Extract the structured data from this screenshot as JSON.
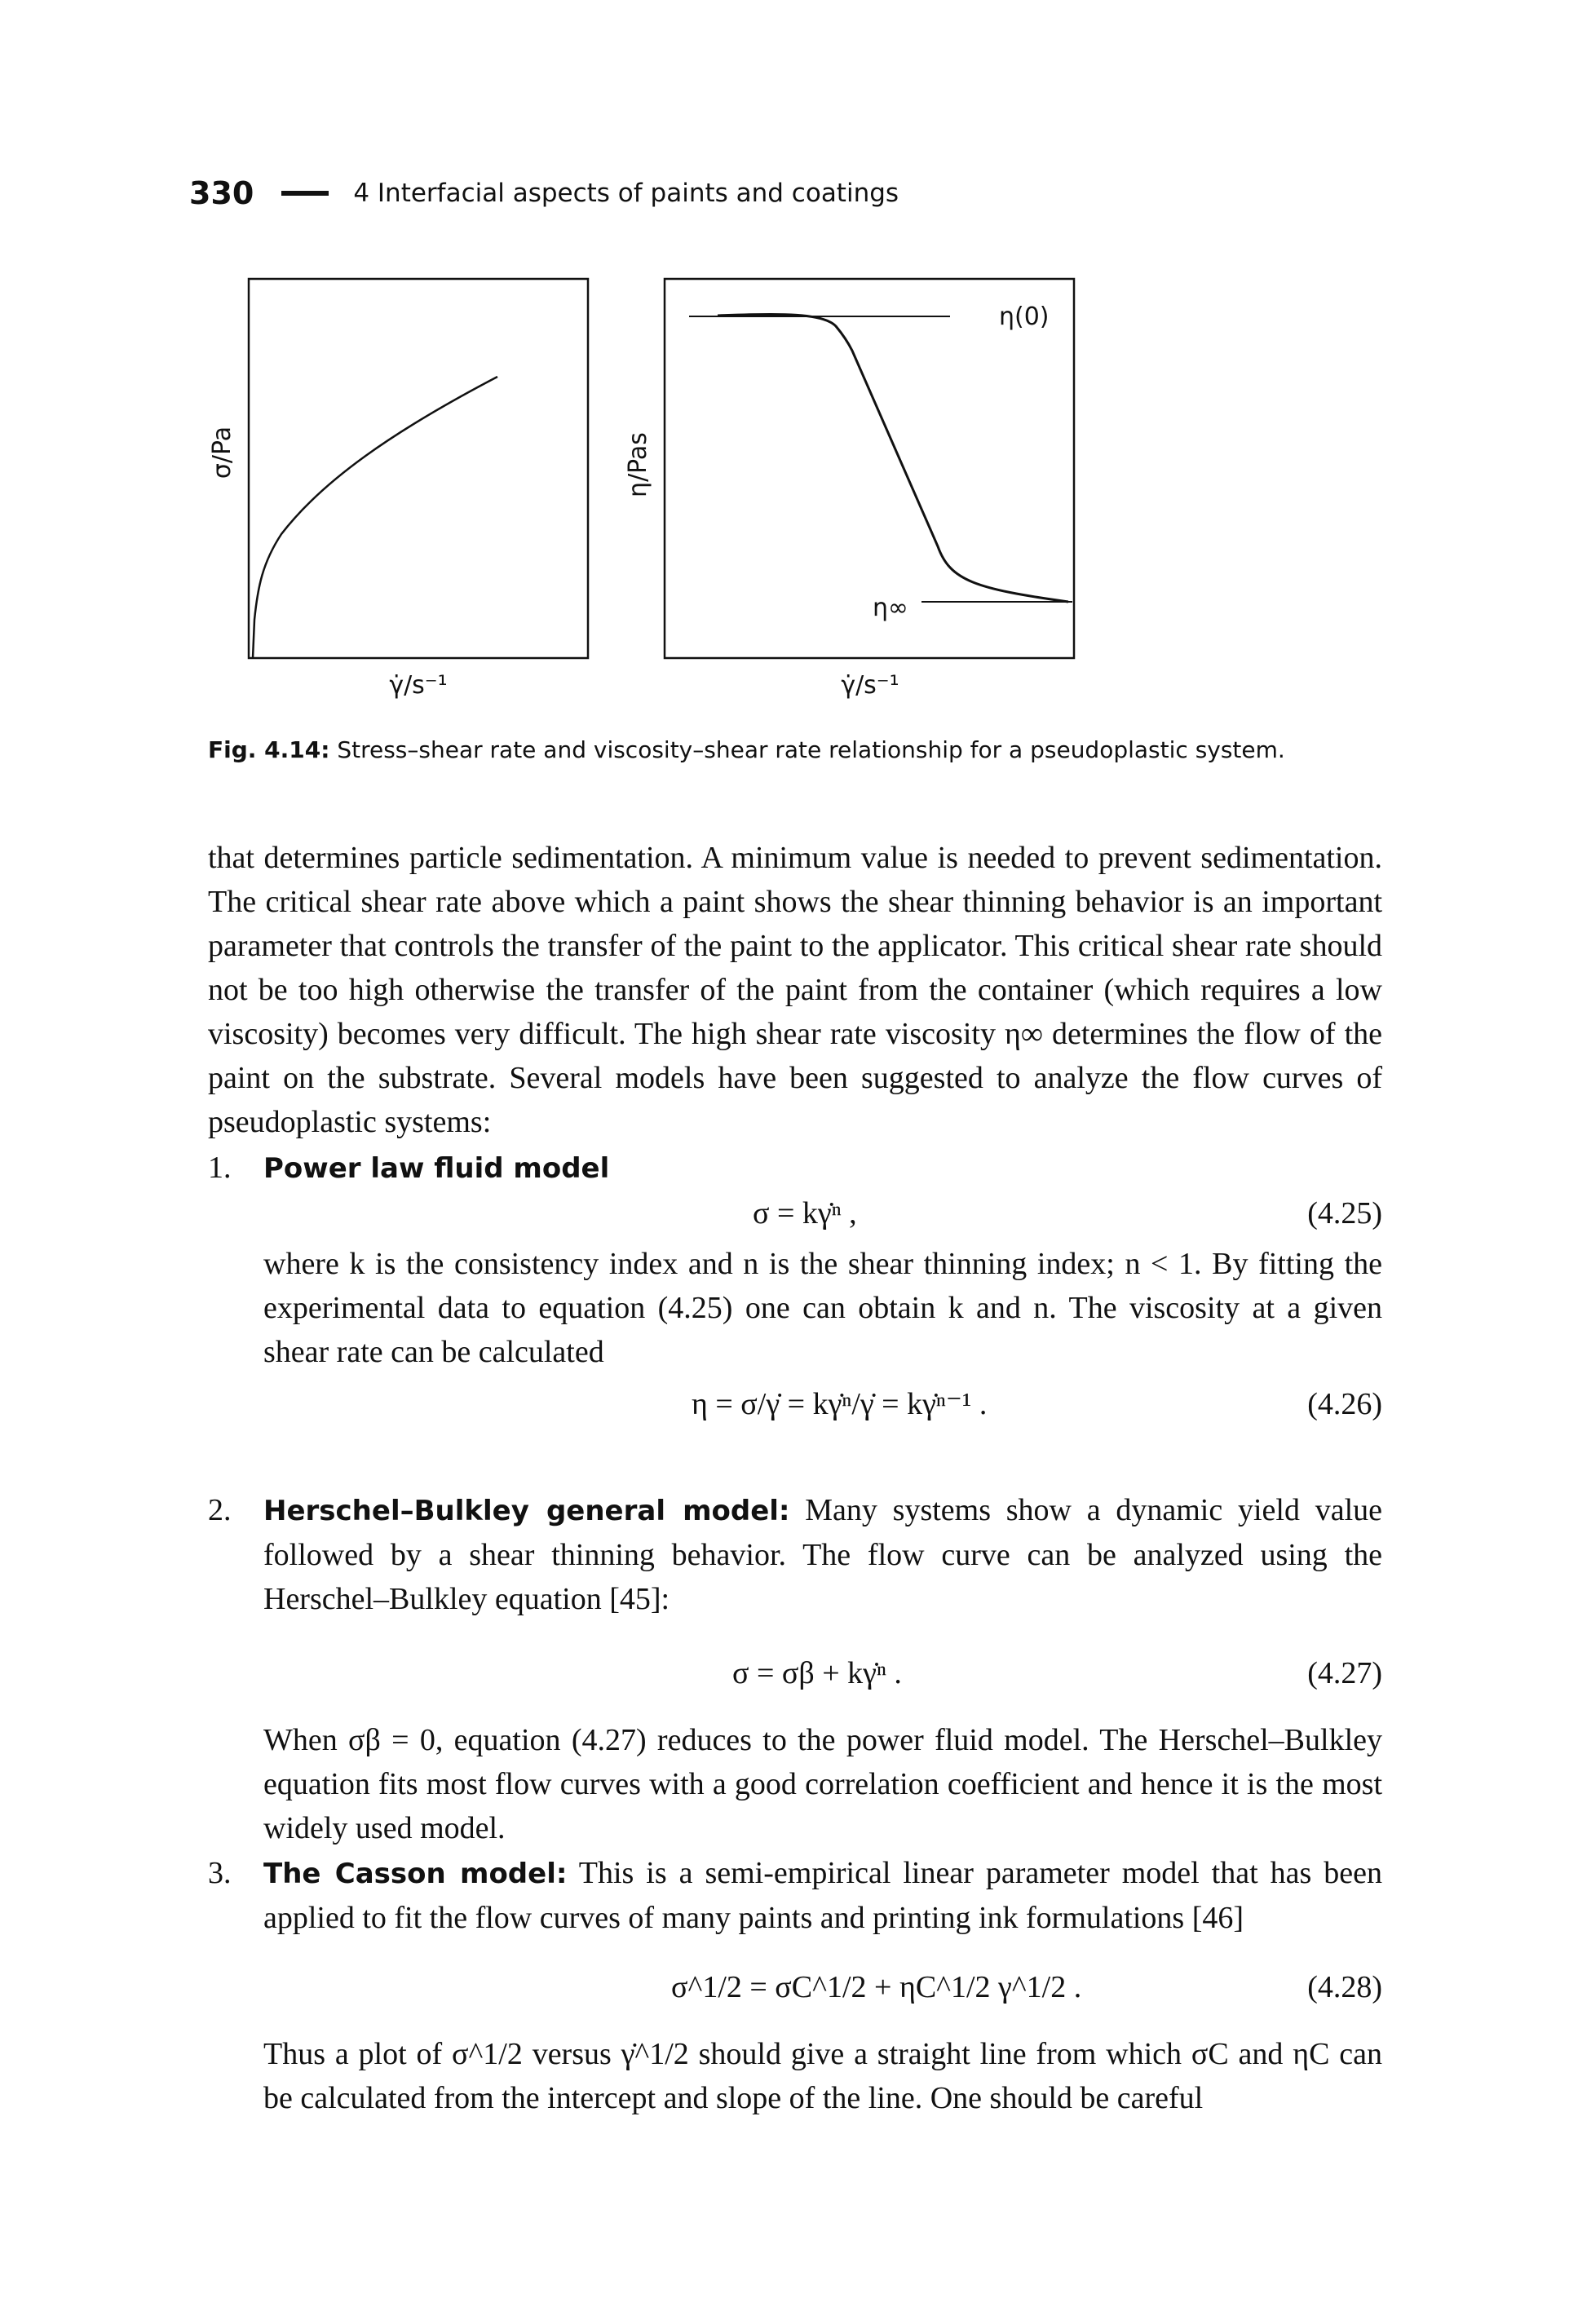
{
  "header": {
    "page_number": "330",
    "running_title": "4 Interfacial aspects of paints and coatings"
  },
  "figure": {
    "left_plot": {
      "ylabel": "σ/Pa",
      "xlabel": "γ̇/s⁻¹"
    },
    "right_plot": {
      "ylabel": "η/Pas",
      "xlabel": "γ̇/s⁻¹",
      "top_label": "η(0)",
      "bottom_label": "η∞"
    },
    "caption_label": "Fig. 4.14:",
    "caption_text": " Stress–shear rate and viscosity–shear rate relationship for a pseudoplastic system."
  },
  "body": {
    "paragraph": "that determines particle sedimentation. A minimum value is needed to prevent sedimentation. The critical shear rate above which a paint shows the shear thinning behavior is an important parameter that controls the transfer of the paint to the applicator. This critical shear rate should not be too high otherwise the transfer of the paint from the container (which requires a low viscosity) becomes very difficult. The high shear rate viscosity η∞ determines the flow of the paint on the substrate. Several models have been suggested to analyze the flow curves of pseudoplastic systems:"
  },
  "items": [
    {
      "number": "1.",
      "title": "Power law fluid model",
      "eq1": "σ = kγ̇ⁿ ,",
      "eq1_num": "(4.25)",
      "text": "where k is the consistency index and n is the shear thinning index; n < 1. By fitting the experimental data to equation (4.25) one can obtain k and n. The viscosity at a given shear rate can be calculated",
      "eq2": "η = σ/γ̇ = kγ̇ⁿ/γ̇ = kγ̇ⁿ⁻¹ .",
      "eq2_num": "(4.26)"
    },
    {
      "number": "2.",
      "title": "Herschel–Bulkley general model:",
      "text": " Many systems show a dynamic yield value followed by a shear thinning behavior. The flow curve can be analyzed using the Herschel–Bulkley equation [45]:",
      "eq1": "σ = σβ + kγ̇ⁿ .",
      "eq1_num": "(4.27)",
      "text2": "When σβ = 0, equation (4.27) reduces to the power fluid model. The Herschel–Bulkley equation fits most flow curves with a good correlation coefficient and hence it is the most widely used model."
    },
    {
      "number": "3.",
      "title": "The Casson model:",
      "text": " This is a semi-empirical linear parameter model that has been applied to fit the flow curves of many paints and printing ink formulations [46]",
      "eq1": "σ^1/2 = σC^1/2 + ηC^1/2 γ^1/2 .",
      "eq1_num": "(4.28)",
      "text2": "Thus a plot of σ^1/2 versus γ̇^1/2 should give a straight line from which σC and ηC can be calculated from the intercept and slope of the line. One should be careful"
    }
  ]
}
